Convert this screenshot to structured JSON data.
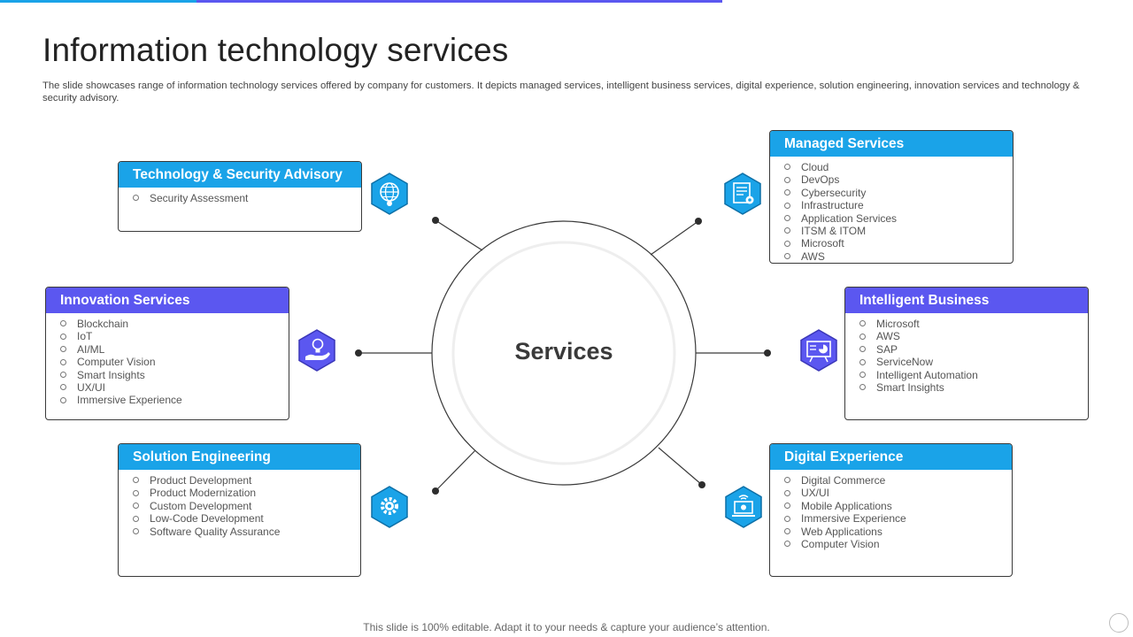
{
  "header": {
    "title": "Information technology services",
    "subtitle": "The slide showcases range of information technology services offered by company for customers. It depicts managed services, intelligent business services, digital experience, solution engineering, innovation services and technology & security advisory."
  },
  "center": {
    "label": "Services"
  },
  "colors": {
    "blue": "#1aa3e8",
    "purple": "#5b57f0",
    "border": "#3a3a3a"
  },
  "cards": {
    "tech": {
      "title": "Technology & Security Advisory",
      "icon": "globe-gear-icon",
      "items": [
        "Security Assessment"
      ]
    },
    "innovation": {
      "title": "Innovation Services",
      "icon": "lightbulb-hand-icon",
      "items": [
        "Blockchain",
        "IoT",
        "AI/ML",
        "Computer Vision",
        "Smart Insights",
        "UX/UI",
        "Immersive Experience"
      ]
    },
    "solution": {
      "title": "Solution Engineering",
      "icon": "gear-brain-icon",
      "items": [
        "Product Development",
        "Product Modernization",
        "Custom Development",
        "Low-Code Development",
        "Software Quality Assurance"
      ]
    },
    "managed": {
      "title": "Managed Services",
      "icon": "document-gear-icon",
      "items": [
        "Cloud",
        "DevOps",
        "Cybersecurity",
        "Infrastructure",
        "Application Services",
        "ITSM  & ITOM",
        "Microsoft",
        "AWS"
      ]
    },
    "intelligent": {
      "title": "Intelligent Business",
      "icon": "presentation-chart-icon",
      "items": [
        "Microsoft",
        "AWS",
        "SAP",
        "ServiceNow",
        "Intelligent Automation",
        "Smart Insights"
      ]
    },
    "digital": {
      "title": "Digital Experience",
      "icon": "laptop-signal-icon",
      "items": [
        "Digital Commerce",
        "UX/UI",
        "Mobile Applications",
        "Immersive Experience",
        "Web Applications",
        "Computer Vision"
      ]
    }
  },
  "footer": {
    "text": "This slide is 100% editable. Adapt it to your needs & capture your audience’s attention."
  }
}
